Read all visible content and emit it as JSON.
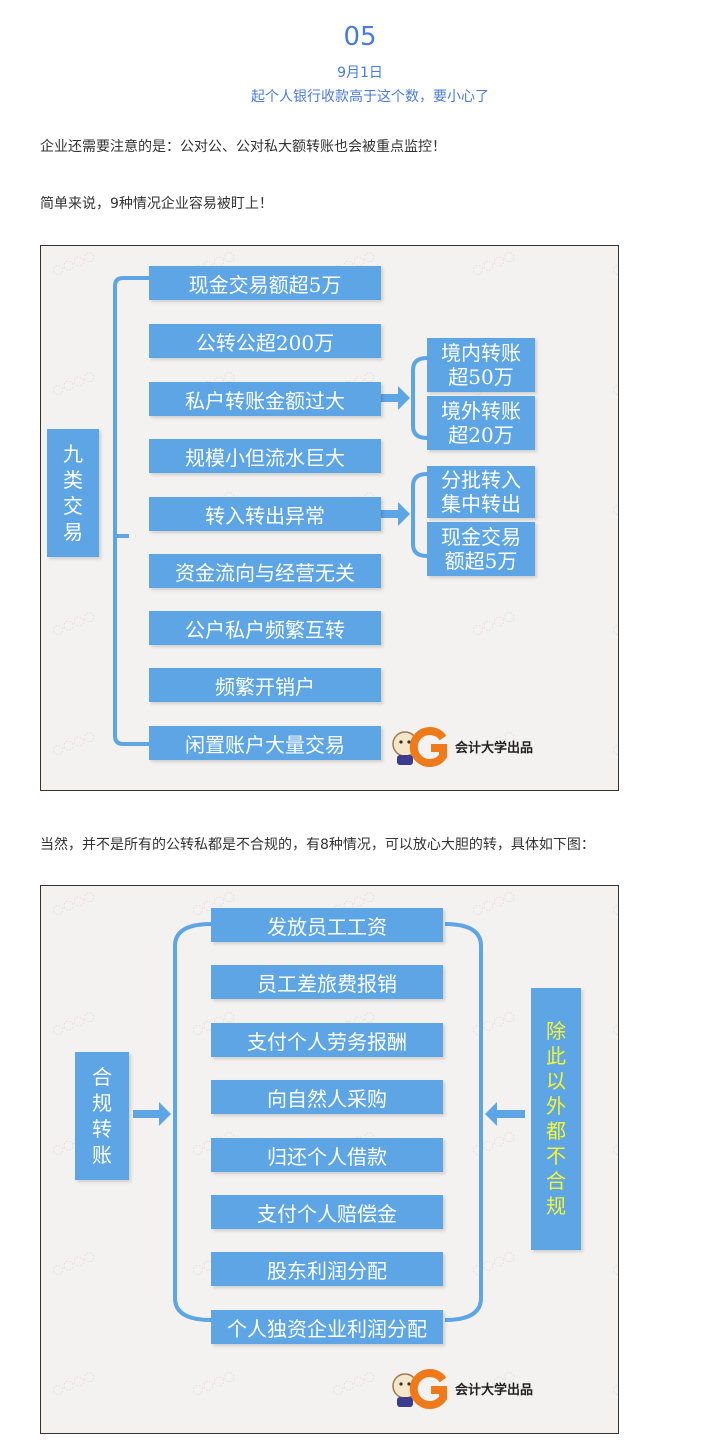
{
  "header": {
    "number": "05",
    "date": "9月1日",
    "title": "起个人银行收款高于这个数，要小心了"
  },
  "paragraphs": {
    "p1": "企业还需要注意的是：公对公、公对私大额转账也会被重点监控！",
    "p2": "简单来说，9种情况企业容易被盯上！",
    "p3": "当然，并不是所有的公转私都是不合规的，有8种情况，可以放心大胆的转，具体如下图："
  },
  "figure1": {
    "left_chars": [
      "九",
      "类",
      "交",
      "易"
    ],
    "items": [
      "现金交易额超5万",
      "公转公超200万",
      "私户转账金额过大",
      "规模小但流水巨大",
      "转入转出异常",
      "资金流向与经营无关",
      "公户私户频繁互转",
      "频繁开销户",
      "闲置账户大量交易"
    ],
    "sub_a": [
      "境内转账超50万",
      "境外转账超20万"
    ],
    "sub_b": [
      "分批转入集中转出",
      "现金交易额超5万"
    ],
    "logo_text": "会计大学出品"
  },
  "figure2": {
    "left_chars": [
      "合",
      "规",
      "转",
      "账"
    ],
    "right_chars": [
      "除",
      "此",
      "以",
      "外",
      "都",
      "不",
      "合",
      "规"
    ],
    "items": [
      "发放员工工资",
      "员工差旅费报销",
      "支付个人劳务报酬",
      "向自然人采购",
      "归还个人借款",
      "支付个人赔偿金",
      "股东利润分配",
      "个人独资企业利润分配"
    ],
    "logo_text": "会计大学出品"
  },
  "colors": {
    "accent": "#4a7bdc",
    "box": "#5ea5e5",
    "yellow": "#f5f532",
    "logo_orange": "#f07a1a"
  }
}
